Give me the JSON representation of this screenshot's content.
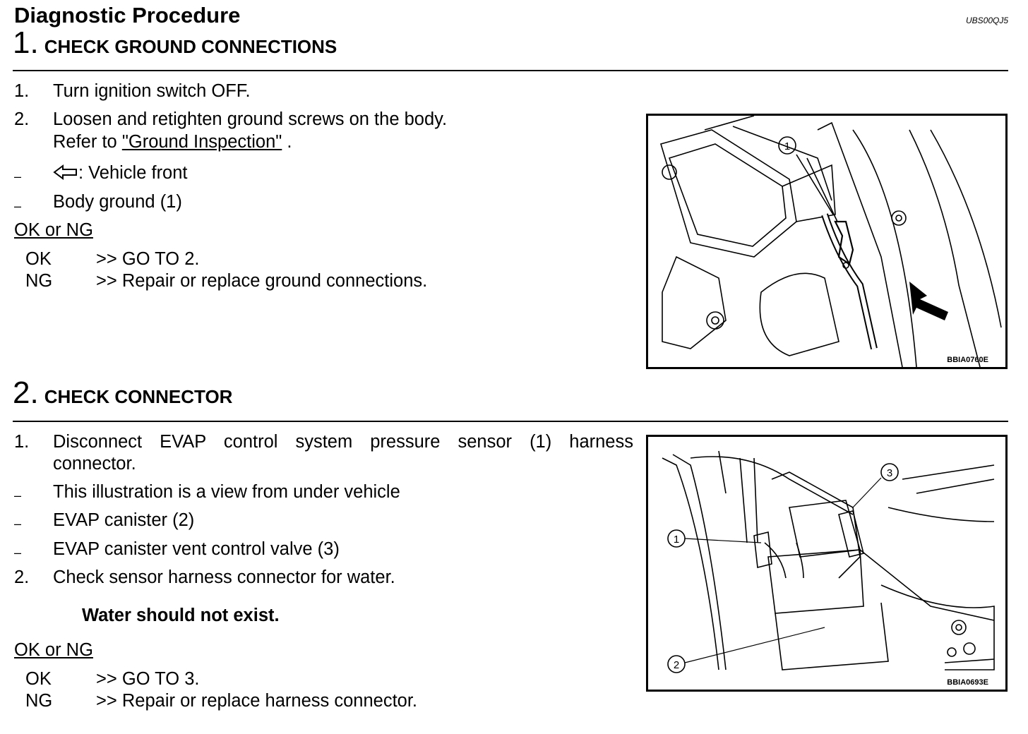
{
  "header": {
    "title": "Diagnostic Procedure",
    "code": "UBS00QJ5"
  },
  "step1": {
    "number": "1.",
    "label": "CHECK GROUND CONNECTIONS",
    "item1_num": "1.",
    "item1": "Turn ignition switch OFF.",
    "item2_num": "2.",
    "item2_line1": "Loosen and retighten ground screws on the body.",
    "item2_line2_prefix": "Refer to",
    "item2_link": "\"Ground Inspection\"",
    "item2_line2_suffix": " .",
    "legend_front_icon": "arrow-left-outline-icon",
    "legend_front": ": Vehicle front",
    "legend_ground": "Body ground (1)",
    "okng_label": "OK or NG",
    "ok_label": "OK",
    "ok_text": ">> GO TO 2.",
    "ng_label": "NG",
    "ng_text": ">> Repair or replace ground connections.",
    "figure_code": "BBIA0760E",
    "callout_1": "1"
  },
  "step2": {
    "number": "2.",
    "label": "CHECK CONNECTOR",
    "item1_num": "1.",
    "item1_line1": "Disconnect EVAP control system pressure sensor (1) harness",
    "item1_line2": "connector.",
    "bullet1": "This illustration is a view from under vehicle",
    "bullet2": "EVAP canister (2)",
    "bullet3": "EVAP canister vent control valve (3)",
    "item2_num": "2.",
    "item2": "Check sensor harness connector for water.",
    "spec": "Water should not exist.",
    "okng_label": "OK or NG",
    "ok_label": "OK",
    "ok_text": ">> GO TO 3.",
    "ng_label": "NG",
    "ng_text": ">> Repair or replace harness connector.",
    "figure_code": "BBIA0693E",
    "callout_1": "1",
    "callout_2": "2",
    "callout_3": "3"
  },
  "dash_symbol": "–"
}
